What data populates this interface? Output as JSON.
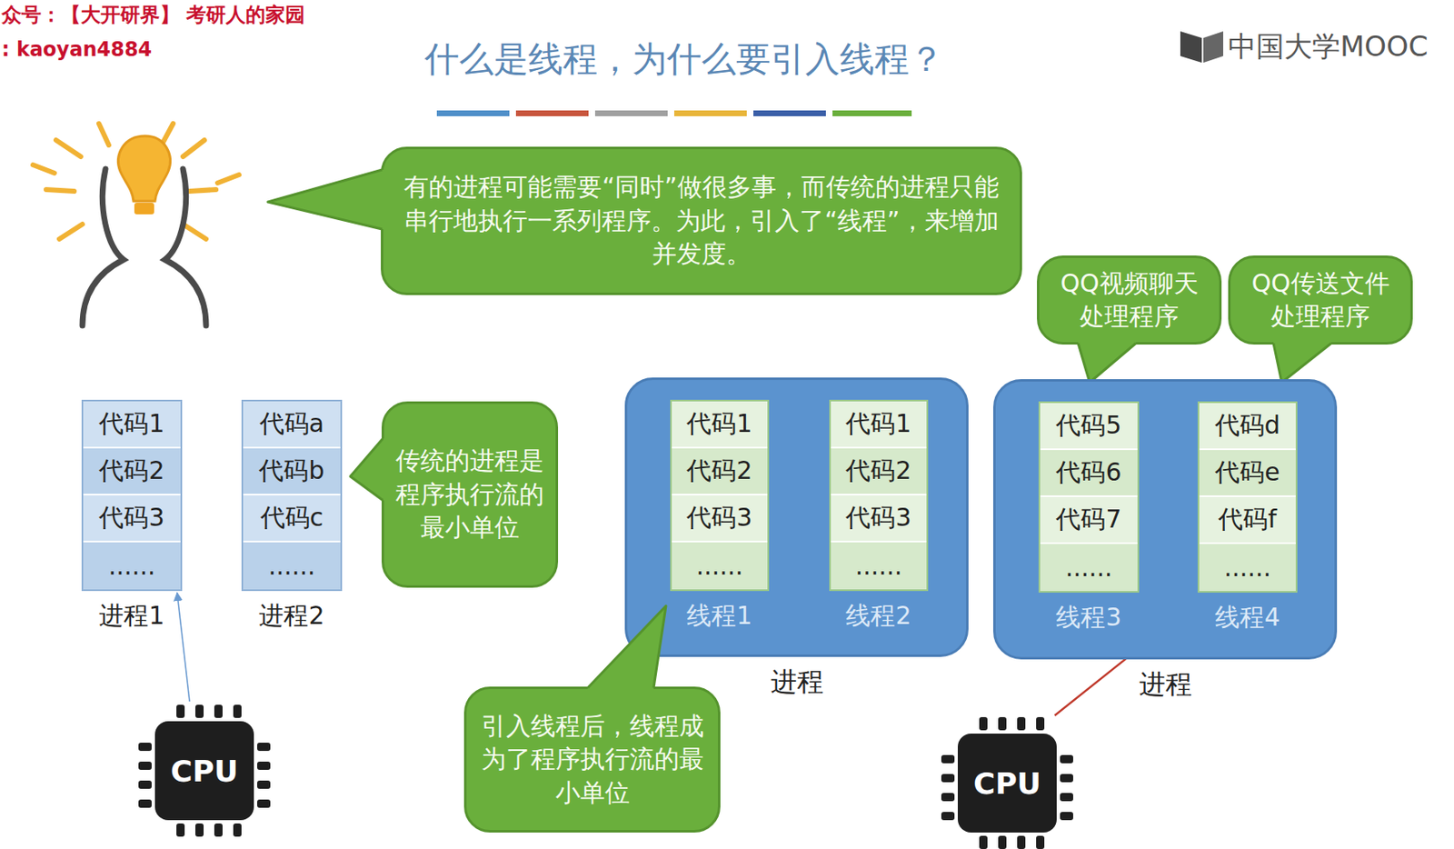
{
  "diagram": {
    "title": "什么是线程，为什么要引入线程？",
    "nodes": [
      {
        "text": [
          "有的进程可能需要“同时”做很多事，而传统的进程只能串行地执行一系列程序。为此，引入了“线程”，来增加并发度。"
        ]
      },
      {
        "text": [
          "代码1",
          "代码2",
          "代码3",
          "......",
          "进程1"
        ]
      },
      {
        "text": [
          "代码a",
          "代码b",
          "代码c",
          "......",
          "进程2"
        ]
      },
      {
        "text": [
          "传统的进程是程序执行流的最小单位"
        ]
      },
      {
        "text": [
          "QQ视频聊天处理程序"
        ]
      },
      {
        "text": [
          "QQ传送文件处理程序"
        ]
      },
      {
        "text": [
          "进程"
        ]
      },
      {
        "text": [
          "代码1",
          "代码2",
          "代码3",
          "......",
          "线程1"
        ],
        "in": 6
      },
      {
        "text": [
          "代码1",
          "代码2",
          "代码3",
          "......",
          "线程2"
        ],
        "in": 6
      },
      {
        "text": [
          "进程"
        ]
      },
      {
        "text": [
          "代码5",
          "代码6",
          "代码7",
          "......",
          "线程3"
        ],
        "in": 9
      },
      {
        "text": [
          "代码d",
          "代码e",
          "代码f",
          "......",
          "线程4"
        ],
        "in": 9
      },
      {
        "text": [
          "引入线程后，线程成为了程序执行流的最小单位"
        ]
      },
      {
        "text": [
          "CPU"
        ]
      },
      {
        "text": [
          "CPU"
        ]
      }
    ],
    "edges": [
      {
        "from": 13,
        "to": 1,
        "arrow": "to"
      },
      {
        "from": 14,
        "to": 11,
        "arrow": "to"
      }
    ],
    "labels": [
      "众号：【大开研界】 考研人的家园",
      ": kaoyan4884",
      "中国大学MOOC"
    ]
  }
}
